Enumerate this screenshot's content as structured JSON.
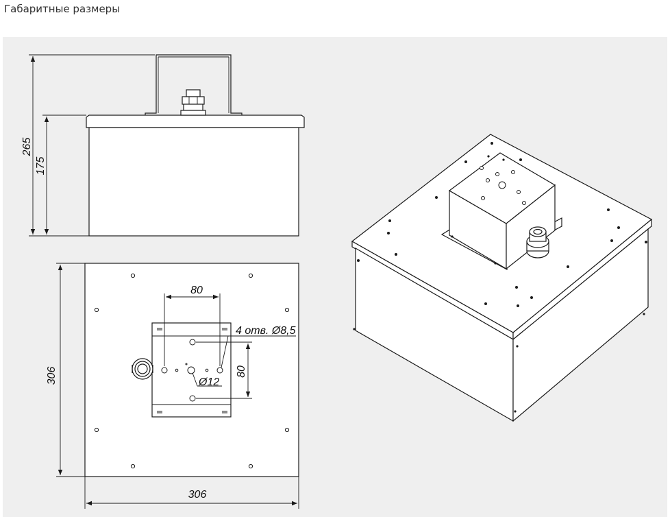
{
  "header": {
    "title": "Габаритные размеры"
  },
  "dimensions": {
    "total_height": "265",
    "body_height": "175",
    "plate_height": "306",
    "plate_width": "306",
    "bracket_spacing_h": "80",
    "bracket_spacing_v": "80",
    "holes_note": "4 отв. Ø8,5",
    "center_hole": "Ø12"
  },
  "colors": {
    "panel_background": "#efefef",
    "line": "#1a1a1a",
    "fill": "#ffffff"
  }
}
